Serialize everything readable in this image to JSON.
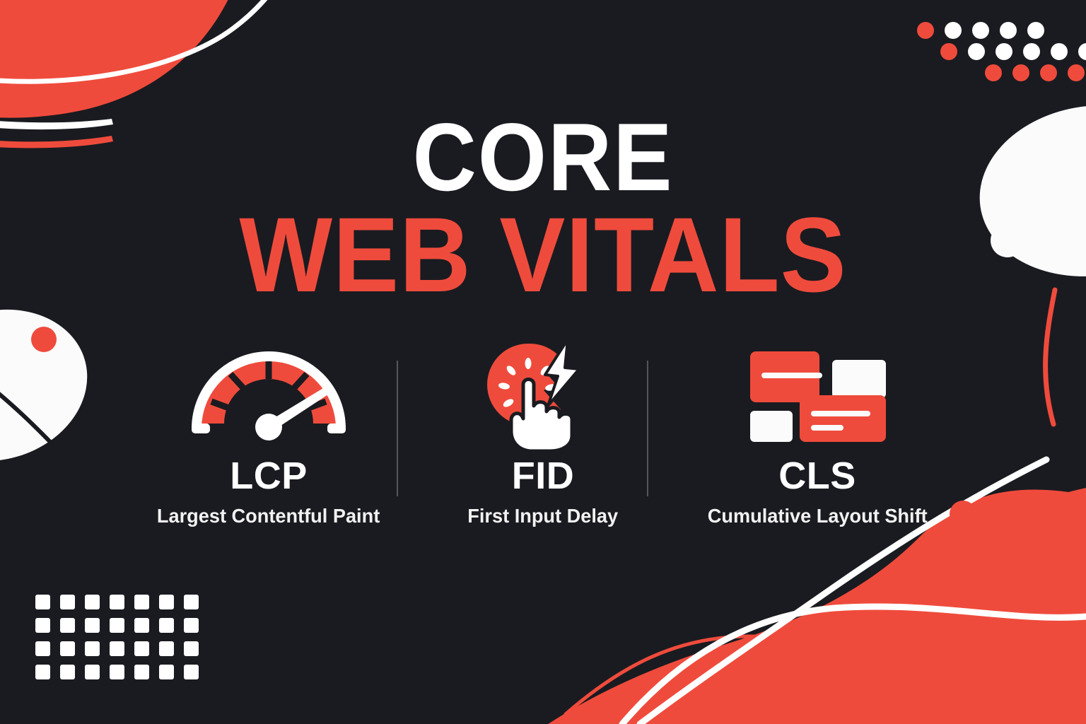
{
  "theme": {
    "background": "#1a1b20",
    "accent_red": "#ef4b3c",
    "white": "#ffffff",
    "divider": "#55565c"
  },
  "title": {
    "line1": "CORE",
    "line2": "WEB VITALS"
  },
  "metrics": [
    {
      "icon": "speedometer-gauge-icon",
      "acronym": "LCP",
      "description": "Largest Contentful Paint"
    },
    {
      "icon": "pointing-hand-tap-lightning-icon",
      "acronym": "FID",
      "description": "First Input Delay"
    },
    {
      "icon": "shifting-layout-boxes-icon",
      "acronym": "CLS",
      "description": "Cumulative Layout Shift"
    }
  ],
  "decorations": {
    "top_left_blob": "red-blob-top-left",
    "top_left_arc": "white-arc-stroke",
    "top_left_strokes": [
      "white-taper-stroke",
      "red-taper-stroke"
    ],
    "top_right_dots": {
      "rows": [
        {
          "colors": [
            "#ef4b3c",
            "#ffffff",
            "#ffffff",
            "#ffffff",
            "#ffffff"
          ],
          "offset": 0
        },
        {
          "colors": [
            "#ef4b3c",
            "#ffffff",
            "#ffffff",
            "#ffffff",
            "#ffffff",
            "#ffffff"
          ],
          "offset": 1
        },
        {
          "colors": [
            "#ef4b3c",
            "#ef4b3c",
            "#ef4b3c",
            "#ef4b3c",
            "#ef4b3c"
          ],
          "offset": 3
        }
      ]
    },
    "bottom_left_squares": {
      "columns": 7,
      "rows": 4,
      "color": "#ffffff"
    },
    "right_white_ellipse": "white-ellipse-right",
    "right_small_circle": "white-small-circle",
    "right_red_curve": "red-curve-stroke",
    "left_white_ellipse": "white-ellipse-left",
    "left_red_dot": "red-dot-left",
    "bottom_right_wave": "red-wave-bottom-right",
    "bottom_curves": [
      "white-curve-rising",
      "white-curve-flat",
      "red-curve-low"
    ],
    "bottom_right_dot": "red-dot-on-curve"
  }
}
